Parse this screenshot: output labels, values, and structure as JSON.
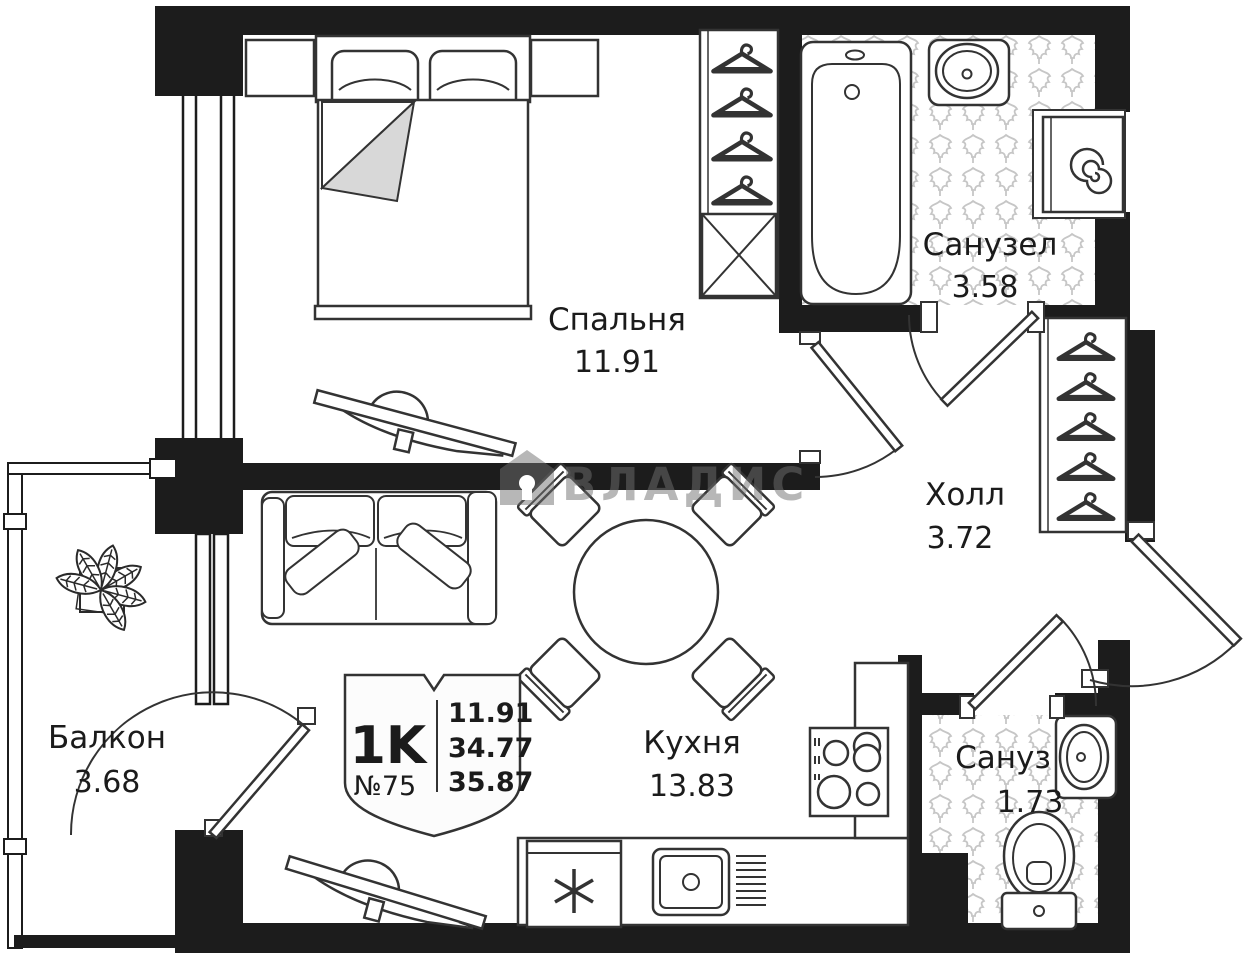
{
  "watermark": {
    "text": "ВЛАДИС",
    "logo": "house-keyhole-icon"
  },
  "badge": {
    "type": "1K",
    "number": "№75",
    "area_living": "11.91",
    "area_main": "34.77",
    "area_total": "35.87"
  },
  "rooms": {
    "bedroom": {
      "name": "Спальня",
      "area": "11.91"
    },
    "bathroom": {
      "name": "Санузел",
      "area": "3.58"
    },
    "hall": {
      "name": "Холл",
      "area": "3.72"
    },
    "kitchen": {
      "name": "Кухня",
      "area": "13.83"
    },
    "balcony": {
      "name": "Балкон",
      "area": "3.68"
    },
    "wc": {
      "name": "Сануз",
      "area": "1.73"
    }
  },
  "colors": {
    "wall": "#1c1c1c",
    "line": "#333333",
    "tile": "#c6c6c6",
    "blanket_fold": "#d8d8d8",
    "watermark": "#707070"
  }
}
